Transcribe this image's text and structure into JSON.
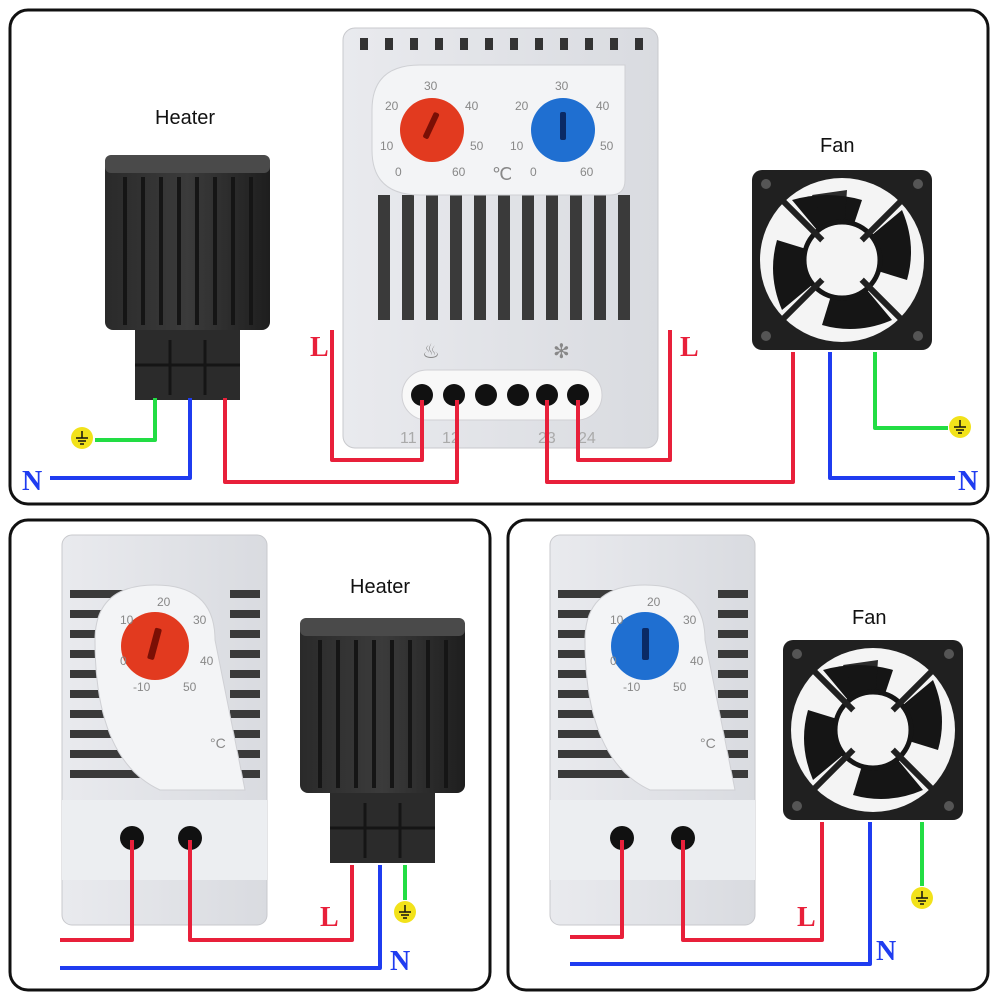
{
  "colors": {
    "live": "#e8203a",
    "neutral": "#1f3cf0",
    "earth": "#22dd44",
    "earth_symbol": "#f2e21a"
  },
  "panel_top": {
    "heater_label": "Heater",
    "fan_label": "Fan",
    "live_left": "L",
    "live_right": "L",
    "neutral_left": "N",
    "neutral_right": "N",
    "dial_heat": [
      "30",
      "20",
      "40",
      "10",
      "50",
      "0",
      "60"
    ],
    "dial_cool": [
      "30",
      "20",
      "40",
      "10",
      "50",
      "0",
      "60"
    ],
    "unit": "℃",
    "terminals": [
      "11",
      "12",
      "23",
      "24"
    ]
  },
  "panel_bl": {
    "heater_label": "Heater",
    "live": "L",
    "neutral": "N",
    "dial": [
      "20",
      "10",
      "30",
      "0",
      "40",
      "-10",
      "50"
    ],
    "unit": "°C"
  },
  "panel_br": {
    "fan_label": "Fan",
    "live": "L",
    "neutral": "N",
    "dial": [
      "20",
      "10",
      "30",
      "0",
      "40",
      "-10",
      "50"
    ],
    "unit": "°C"
  }
}
